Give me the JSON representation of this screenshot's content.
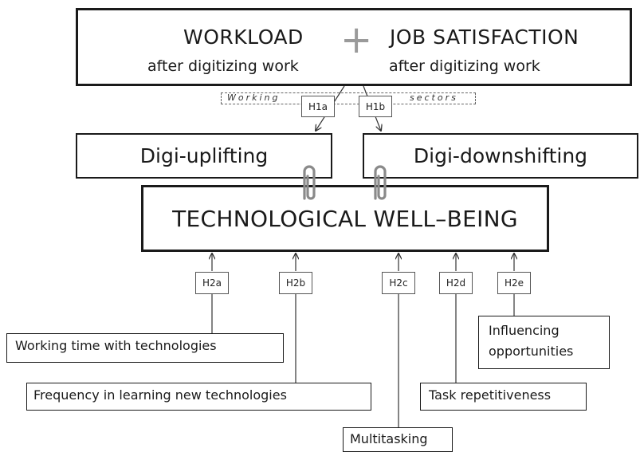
{
  "top_box": {
    "workload_title": "WORKLOAD",
    "workload_sub": "after digitizing work",
    "plus_sign": "+",
    "satisfaction_title": "JOB SATISFACTION",
    "satisfaction_sub": "after digitizing work"
  },
  "working_sectors": {
    "left": "Working",
    "right": "sectors"
  },
  "hypotheses": {
    "h1a": "H1a",
    "h1b": "H1b",
    "h2a": "H2a",
    "h2b": "H2b",
    "h2c": "H2c",
    "h2d": "H2d",
    "h2e": "H2e"
  },
  "outcomes": {
    "uplifting": "Digi-uplifting",
    "downshifting": "Digi-downshifting"
  },
  "central": "TECHNOLOGICAL WELL–BEING",
  "icons": {
    "link": "paperclip-icon"
  },
  "factors": {
    "working_time": "Working time with technologies",
    "frequency": "Frequency in learning new technologies",
    "multitasking": "Multitasking",
    "task_repetitiveness": "Task repetitiveness",
    "influencing_line1": "Influencing",
    "influencing_line2": "opportunities"
  }
}
